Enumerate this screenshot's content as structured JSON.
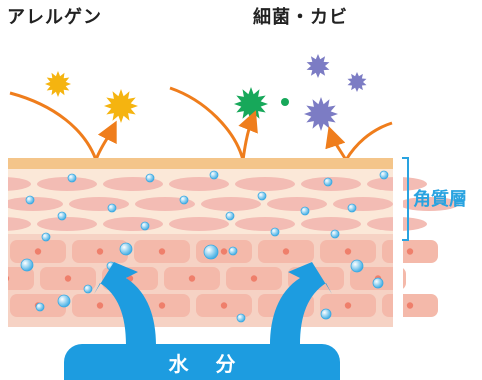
{
  "titles": {
    "left": "アレルゲン",
    "right": "細菌・カビ"
  },
  "side_label": "角質層",
  "banner_label": "水 分",
  "colors": {
    "allergen": "#f5b410",
    "bacteria_green": "#17a85a",
    "mold_purple": "#7c7cc4",
    "orange_arrow": "#ef7d1c",
    "top_layer": "#f4c58a",
    "stratum_bg": "#fbe8d8",
    "cell_fill": "#f3bcb4",
    "lower_bg": "#f6d2c4",
    "lower_cell": "#f4b9aa",
    "water": "#1d9ce0",
    "droplet": "#7cc6ec",
    "side_label": "#29a3e0"
  },
  "icons": {
    "allergen": "spiky-particle-icon",
    "bacteria": "spiky-particle-icon",
    "arrow": "curved-arrow-icon",
    "droplet": "water-droplet-icon"
  }
}
